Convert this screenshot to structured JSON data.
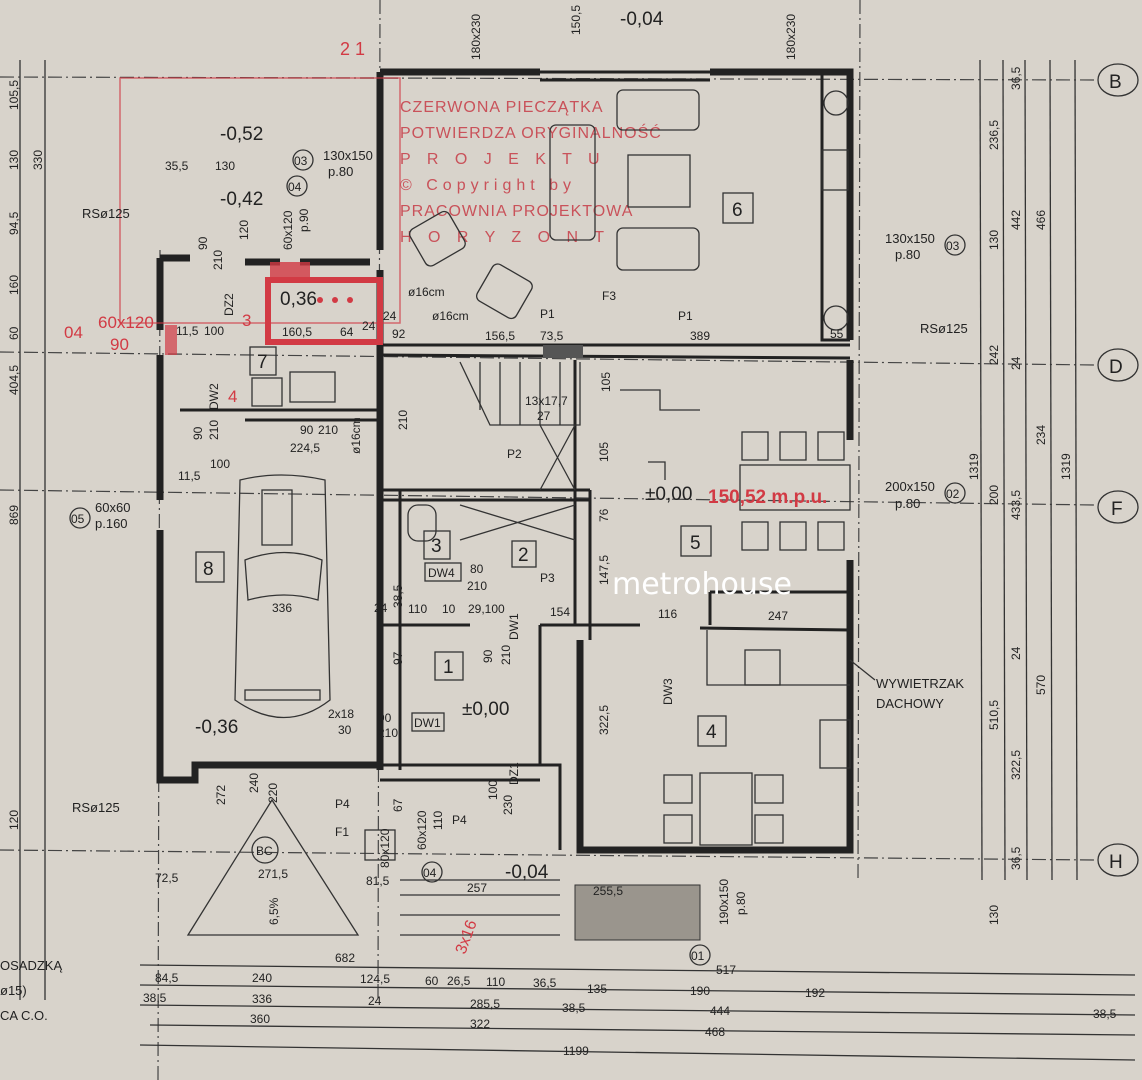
{
  "stamp": {
    "line1": "CZERWONA PIECZĄTKA",
    "line2": "POTWIERDZA ORYGINALNOŚĆ",
    "line3": "P R O J E K T U",
    "line4": "© Copyright by",
    "line5": "PRACOWNIA PROJEKTOWA",
    "line6": "H O R Y Z O N T",
    "number": "2 1"
  },
  "watermark": "metrohouse",
  "axes": [
    "B",
    "D",
    "F",
    "H"
  ],
  "rooms": [
    "1",
    "2",
    "3",
    "4",
    "5",
    "6",
    "7",
    "8"
  ],
  "levels": [
    "-0,52",
    "-0,42",
    "0,36",
    "±0,00",
    "-0,36",
    "±0,00",
    "-0,04",
    "-0,04"
  ],
  "area_note": "150,52 m.p.u.",
  "windows": [
    {
      "id": "03",
      "size": "130x150",
      "sill": "p.80"
    },
    {
      "id": "02",
      "size": "200x150",
      "sill": "p.80"
    },
    {
      "id": "05",
      "size": "60x60",
      "sill": "p.160"
    },
    {
      "id": "04",
      "size": "60x120",
      "sill": "p.90"
    },
    {
      "id": "01",
      "size": "190x150",
      "sill": "p.80"
    },
    {
      "id": "03",
      "size": "130x150",
      "sill": "p.80"
    },
    {
      "id": "04",
      "size": "60x120",
      "sill": "p.90"
    }
  ],
  "doors": [
    "DZ2",
    "DW2",
    "DW4",
    "DW1",
    "DW1",
    "DZ1",
    "DW3"
  ],
  "labels": {
    "rs1": "RSø125",
    "rs2": "RSø125",
    "rs3": "RSø125",
    "vent": "WYWIETRZAK",
    "vent2": "DACHOWY",
    "p1a": "P1",
    "p1b": "P1",
    "f3": "F3",
    "p2": "P2",
    "p3": "P3",
    "p4a": "P4",
    "p4b": "P4",
    "f1": "F1",
    "bc": "BC",
    "stairs1": "13x17,7",
    "stairs2": "27",
    "steps": "3x16",
    "d16a": "ø16cm",
    "d16b": "ø16cm",
    "d16c": "ø16cm",
    "red_win": "60x120",
    "red_sill": "90",
    "red_04": "04",
    "red_3": "3",
    "red_4": "4",
    "slope": "6,5%"
  },
  "left_notes": [
    "OSADZKĄ",
    "ø15)",
    "CA C.O."
  ],
  "dims_top": [
    "180x230",
    "150,5",
    "180x230"
  ],
  "dims_inner": [
    "35,5",
    "130",
    "120",
    "90",
    "210",
    "160,5",
    "64",
    "24",
    "92",
    "156,5",
    "73,5",
    "389",
    "55",
    "210",
    "105",
    "105",
    "76",
    "147,5",
    "224,5",
    "100",
    "11,5",
    "90",
    "210",
    "336",
    "110",
    "10",
    "29,100",
    "154",
    "116",
    "247",
    "97",
    "90",
    "210",
    "80",
    "210",
    "90",
    "210",
    "100",
    "230",
    "322,5",
    "2x18",
    "30",
    "67",
    "110",
    "80x120",
    "272",
    "271,5",
    "81,5",
    "257",
    "255,5",
    "240",
    "220",
    "72,5",
    "11,5",
    "100",
    "90",
    "210",
    "24",
    "38,5",
    "24"
  ],
  "dims_bottom_row1": [
    "682",
    "517"
  ],
  "dims_bottom_row2": [
    "84,5",
    "240",
    "124,5",
    "60",
    "26,5",
    "110",
    "36,5",
    "135",
    "190",
    "192"
  ],
  "dims_bottom_row3": [
    "38,5",
    "336",
    "24",
    "285,5",
    "38,5",
    "444",
    "38,5"
  ],
  "dims_bottom_row4": [
    "360",
    "322",
    "468"
  ],
  "dims_bottom_row5": [
    "1199"
  ],
  "dims_right_col1": [
    "1319"
  ],
  "dims_right_col2": [
    "236,5",
    "130",
    "242",
    "200",
    "510,5",
    "130"
  ],
  "dims_right_col3": [
    "36,5",
    "442",
    "24",
    "433,5",
    "24",
    "322,5",
    "36,5"
  ],
  "dims_right_col4": [
    "466",
    "234",
    "570"
  ],
  "dims_right_col5": [
    "1319"
  ],
  "dims_left": [
    "105,5",
    "130",
    "330",
    "94,5",
    "160",
    "404,5",
    "869",
    "120",
    "60"
  ]
}
